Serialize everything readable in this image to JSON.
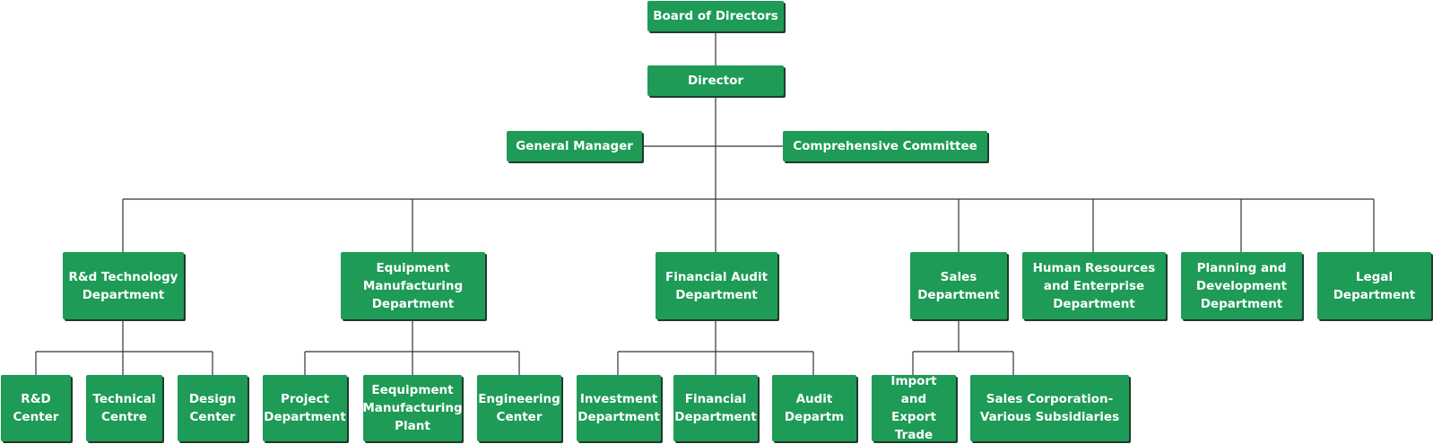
{
  "theme": {
    "node_fill": "#1e9b56",
    "node_text": "#ffffff",
    "line": "#333333"
  },
  "nodes": {
    "board": "Board of Directors",
    "director": "Director",
    "general_manager": "General Manager",
    "committee": "Comprehensive Committee",
    "rd_tech": "R&d Technology\nDepartment",
    "equip_mfg": "Equipment\nManufacturing\nDepartment",
    "fin_audit": "Financial Audit\nDepartment",
    "sales": "Sales\nDepartment",
    "hr": "Human Resources\nand Enterprise\nDepartment",
    "planning": "Planning and\nDevelopment\nDepartment",
    "legal": "Legal\nDepartment",
    "rd_center": "R&D\nCenter",
    "tech_centre": "Technical\nCentre",
    "design_center": "Design\nCenter",
    "project_dept": "Project\nDepartment",
    "equip_plant": "Eequipment\nManufacturing\nPlant",
    "eng_center": "Engineering\nCenter",
    "investment": "Investment\nDepartment",
    "financial": "Financial\nDepartment",
    "audit": "Audit\nDepartm",
    "import_export": "Import and\nExport Trade",
    "sales_corp": "Sales Corporation-\nVarious Subsidiaries"
  }
}
